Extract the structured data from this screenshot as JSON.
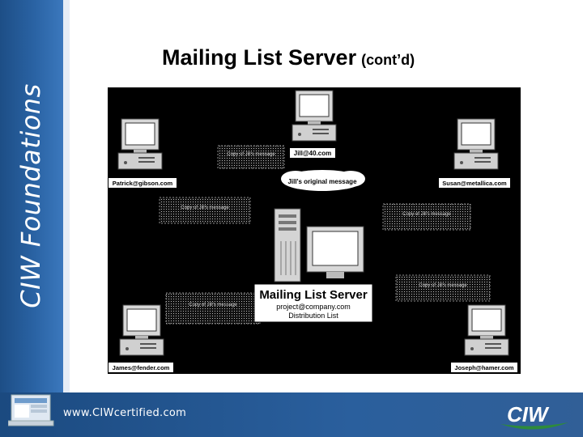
{
  "brand": {
    "sidebar_text": "CIW Foundations",
    "footer_url": "www.CIWcertified.com",
    "logo_text": "CIW"
  },
  "slide": {
    "title": "Mailing List Server",
    "title_suffix": "(cont’d)"
  },
  "diagram": {
    "server": {
      "name": "Mailing List Server",
      "address": "project@company.com",
      "subtitle": "Distribution List"
    },
    "original_message": "Jill's original message",
    "clients": {
      "top": "Jill@40.com",
      "left": "Patrick@gibson.com",
      "right": "Susan@metallica.com",
      "bottom_left": "James@fender.com",
      "bottom_right": "Joseph@hamer.com"
    },
    "copy_messages": {
      "top": "Copy of Jill's message",
      "left": "Copy of Jill's message",
      "right": "Copy of Jill's message",
      "bottom_left": "Copy of Jill's message",
      "bottom_right": "Copy of Jill's message"
    }
  },
  "colors": {
    "sidebar": "#2a63a4",
    "diagram_bg": "#000000",
    "label_bg": "#ffffff",
    "logo_green": "#2e8b3a"
  }
}
